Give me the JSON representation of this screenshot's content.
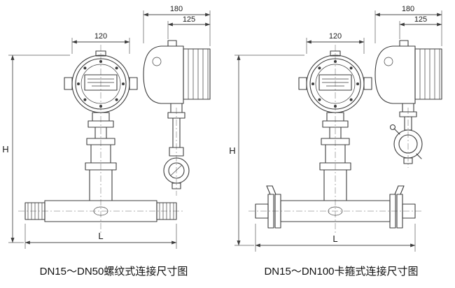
{
  "figure": {
    "line_color": "#3c3c3c",
    "centerline_color": "#9a9a9a",
    "background": "#ffffff"
  },
  "left": {
    "caption": "DN15～DN50螺纹式连接尺寸图",
    "dims": {
      "front_width": "120",
      "side_width": "180",
      "side_offset": "125",
      "height": "H",
      "length": "L"
    }
  },
  "right": {
    "caption": "DN15～DN100卡箍式连接尺寸图",
    "dims": {
      "front_width": "120",
      "side_width": "180",
      "side_offset": "125",
      "height": "H",
      "length": "L"
    }
  }
}
